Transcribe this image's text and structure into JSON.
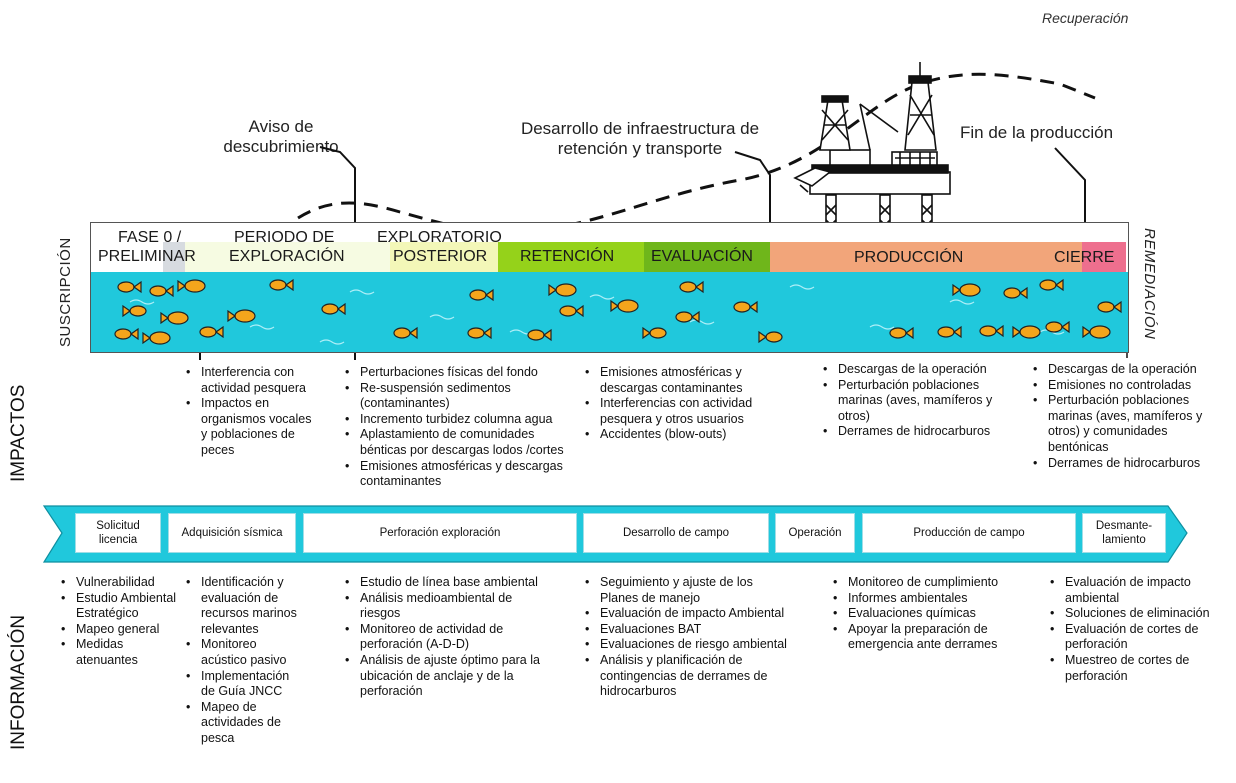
{
  "annotations": {
    "recuperacion": "Recuperación",
    "aviso": "Aviso de descubrimiento",
    "desarrollo": "Desarrollo de infraestructura de retención y transporte",
    "fin": "Fin de la producción"
  },
  "side_labels": {
    "left": "SUSCRIPCIÓN",
    "right": "REMEDIACIÓN"
  },
  "section_labels": {
    "impactos": "IMPACTOS",
    "informacion": "INFORMACIÓN"
  },
  "phases": {
    "fase0_line1": "FASE 0 /",
    "fase0_line2": "PRELIMINAR",
    "periodo_line1": "PERIODO DE",
    "periodo_line2": "EXPLORACIÓN",
    "exploratorio_line1": "EXPLORATORIO",
    "exploratorio_line2": "POSTERIOR",
    "retencion": "RETENCIÓN",
    "evaluacion": "EVALUACIÓN",
    "produccion": "PRODUCCIÓN",
    "cierre": "CIERRE"
  },
  "colors": {
    "sea": "#20c8dc",
    "fish": "#f4a51c",
    "posterior": "#f3f7b8",
    "retencion": "#95d21a",
    "evaluacion": "#6fb61b",
    "produccion": "#f2a57a",
    "cierre": "#ee6f8e",
    "chevron": "#20c8dc"
  },
  "impacts": [
    {
      "items": [
        "Interferencia con actividad pesquera",
        "Impactos en organismos vocales y poblaciones de peces"
      ]
    },
    {
      "items": [
        "Perturbaciones físicas del fondo",
        "Re-suspensión sedimentos (contaminantes)",
        "Incremento turbidez columna agua",
        "Aplastamiento de comunidades bénticas por descargas lodos /cortes",
        "Emisiones atmosféricas y descargas contaminantes"
      ]
    },
    {
      "items": [
        "Emisiones atmosféricas y descargas contaminantes",
        "Interferencias con actividad pesquera y otros usuarios",
        "Accidentes (blow-outs)"
      ]
    },
    {
      "items": [
        "Descargas de la operación",
        "Perturbación poblaciones marinas (aves, mamíferos y otros)",
        "Derrames de hidrocarburos"
      ]
    },
    {
      "items": [
        "Descargas de la operación",
        "Emisiones no controladas",
        "Perturbación poblaciones marinas (aves, mamíferos y otros) y comunidades bentónicas",
        "Derrames de hidrocarburos"
      ]
    }
  ],
  "stages": [
    {
      "label": "Solicitud licencia"
    },
    {
      "label": "Adquisición sísmica"
    },
    {
      "label": "Perforación exploración"
    },
    {
      "label": "Desarrollo de campo"
    },
    {
      "label": "Operación"
    },
    {
      "label": "Producción de campo"
    },
    {
      "label": "Desmante-lamiento"
    }
  ],
  "information": [
    {
      "items": [
        "Vulnerabilidad",
        "Estudio Ambiental Estratégico",
        "Mapeo general",
        "Medidas atenuantes"
      ]
    },
    {
      "items": [
        "Identificación y evaluación de recursos marinos relevantes",
        "Monitoreo acústico pasivo",
        "Implementación de Guía JNCC",
        "Mapeo de actividades de pesca"
      ]
    },
    {
      "items": [
        "Estudio de línea base ambiental",
        "Análisis medioambiental de riesgos",
        "Monitoreo de actividad de perforación      (A-D-D)",
        "Análisis de ajuste óptimo para la ubicación de anclaje y de la perforación"
      ]
    },
    {
      "items": [
        "Seguimiento y ajuste de los Planes de manejo",
        "Evaluación de impacto Ambiental",
        "Evaluaciones BAT",
        "Evaluaciones de  riesgo ambiental",
        "Análisis y planificación de contingencias de derrames de hidrocarburos"
      ]
    },
    {
      "items": [
        "Monitoreo de cumplimiento",
        "Informes ambientales",
        "Evaluaciones químicas",
        "Apoyar la preparación de emergencia ante derrames"
      ]
    },
    {
      "items": [
        "Evaluación de impacto ambiental",
        "Soluciones de eliminación",
        "Evaluación de cortes de perforación",
        "Muestreo de cortes de perforación"
      ]
    }
  ]
}
